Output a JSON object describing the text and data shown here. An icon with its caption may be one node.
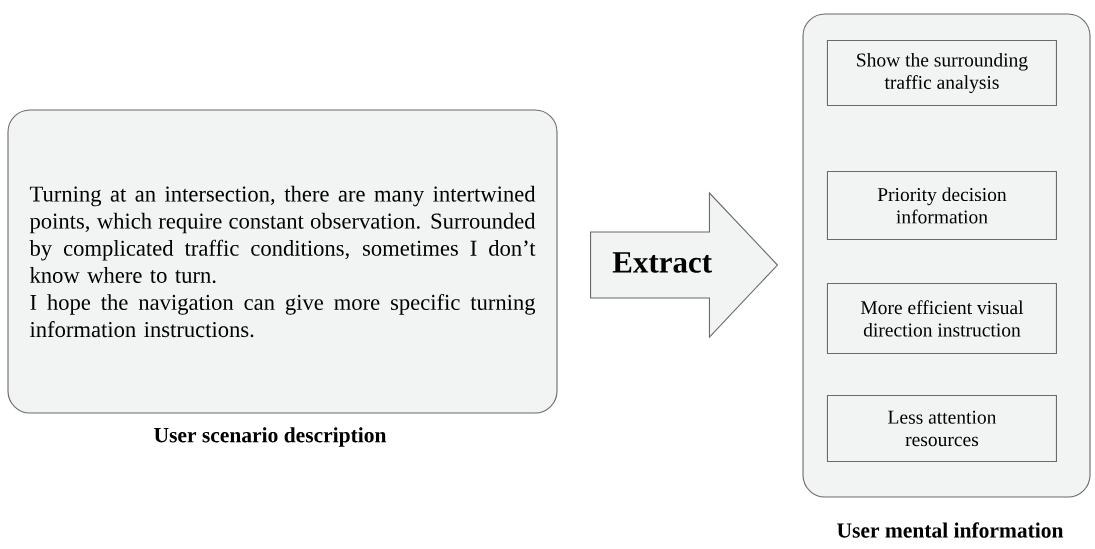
{
  "diagram": {
    "nodes": [
      {
        "text": [
          "Turning at an intersection, there are many intertwined points, which require constant observation. Surrounded by complicated traffic conditions, sometimes I don’t know where to turn.",
          "I hope the navigation can give more specific turning information instructions."
        ],
        "beside": [
          "User scenario description"
        ]
      },
      {
        "text": [],
        "shape": "box",
        "beside": [
          "User mental information"
        ]
      },
      {
        "text": [
          "Show the surrounding traffic analysis"
        ],
        "in": 1
      },
      {
        "text": [
          "Priority decision information"
        ],
        "in": 1
      },
      {
        "text": [
          "More efficient visual direction instruction"
        ],
        "in": 1
      },
      {
        "text": [
          "Less attention resources"
        ],
        "in": 1
      }
    ],
    "edges": [
      {
        "from": 0,
        "to": 1,
        "arrow": "to",
        "label": "Extract"
      }
    ]
  }
}
